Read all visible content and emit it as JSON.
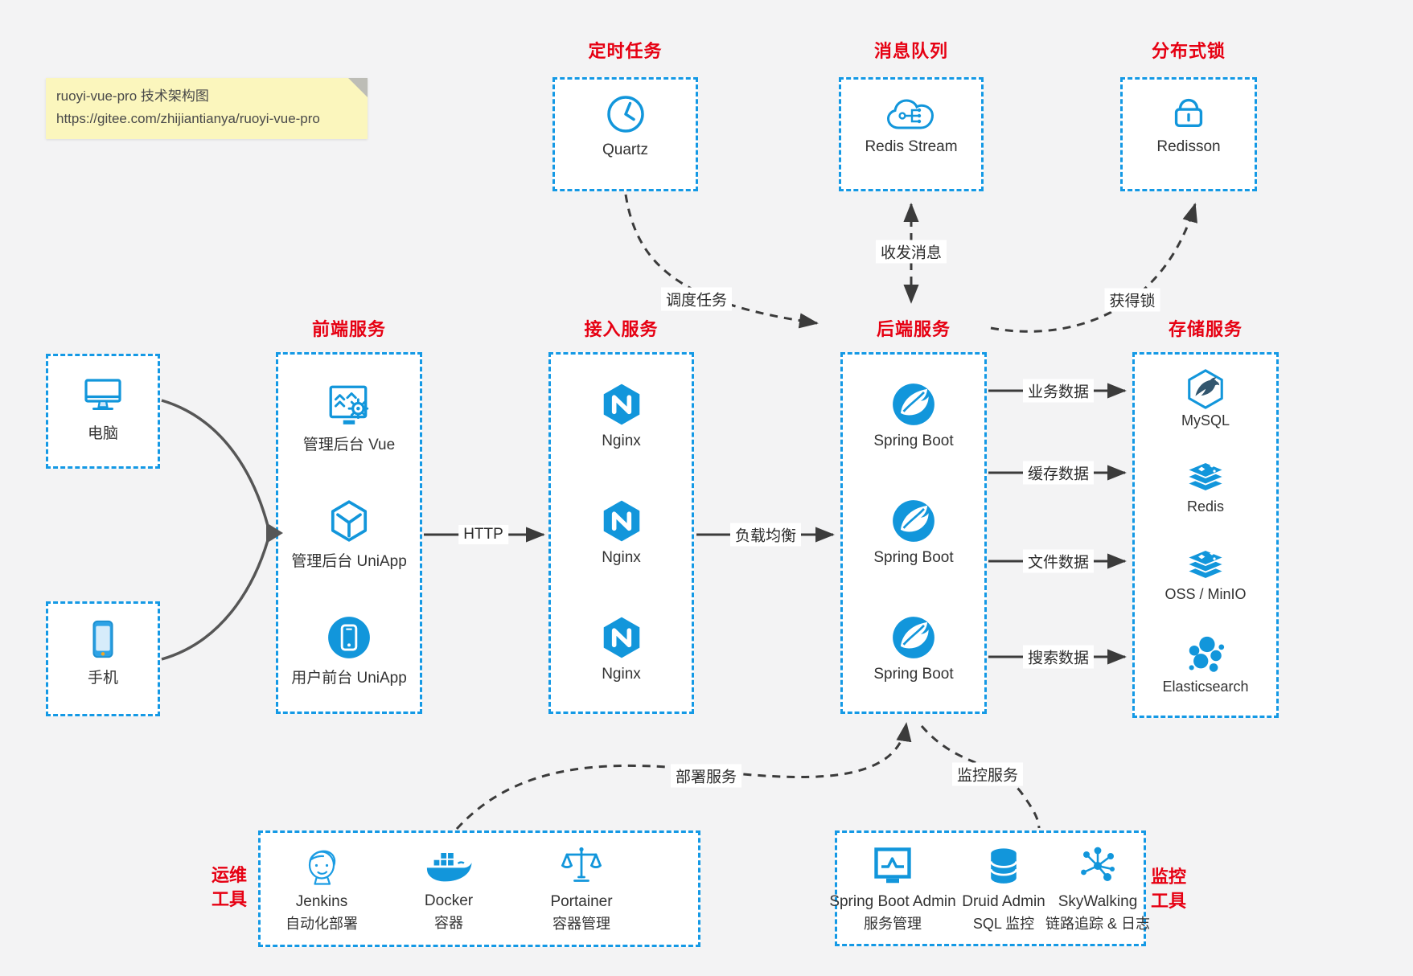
{
  "page": {
    "background": "#f3f3f4"
  },
  "colors": {
    "accent_blue": "#1499e5",
    "icon_blue": "#1296db",
    "title_red": "#e60012",
    "arrow_dark": "#3b3b3b"
  },
  "note": {
    "title": "ruoyi-vue-pro 技术架构图",
    "url": "https://gitee.com/zhijiantianya/ruoyi-vue-pro"
  },
  "top": {
    "scheduler": {
      "title": "定时任务",
      "item": "Quartz",
      "icon": "clock-icon"
    },
    "mq": {
      "title": "消息队列",
      "item": "Redis Stream",
      "icon": "cloud-network-icon"
    },
    "lock": {
      "title": "分布式锁",
      "item": "Redisson",
      "icon": "lock-icon"
    }
  },
  "clients": {
    "pc": {
      "label": "电脑",
      "icon": "desktop-icon"
    },
    "mobile": {
      "label": "手机",
      "icon": "smartphone-icon"
    }
  },
  "columns": {
    "frontend": {
      "title": "前端服务",
      "items": [
        {
          "label": "管理后台 Vue",
          "icon": "admin-vue-icon"
        },
        {
          "label": "管理后台 UniApp",
          "icon": "cube-icon"
        },
        {
          "label": "用户前台 UniApp",
          "icon": "user-app-icon"
        }
      ]
    },
    "gateway": {
      "title": "接入服务",
      "items": [
        {
          "label": "Nginx",
          "icon": "nginx-icon"
        },
        {
          "label": "Nginx",
          "icon": "nginx-icon"
        },
        {
          "label": "Nginx",
          "icon": "nginx-icon"
        }
      ]
    },
    "backend": {
      "title": "后端服务",
      "items": [
        {
          "label": "Spring Boot",
          "icon": "spring-icon"
        },
        {
          "label": "Spring Boot",
          "icon": "spring-icon"
        },
        {
          "label": "Spring Boot",
          "icon": "spring-icon"
        }
      ]
    },
    "storage": {
      "title": "存储服务",
      "items": [
        {
          "label": "MySQL",
          "icon": "mysql-icon"
        },
        {
          "label": "Redis",
          "icon": "redis-stack-icon"
        },
        {
          "label": "OSS / MinIO",
          "icon": "redis-stack-icon"
        },
        {
          "label": "Elasticsearch",
          "icon": "elasticsearch-icon"
        }
      ]
    }
  },
  "edges": {
    "http": "HTTP",
    "load_balance": "负载均衡",
    "biz_data": "业务数据",
    "cache_data": "缓存数据",
    "file_data": "文件数据",
    "search_data": "搜索数据",
    "schedule": "调度任务",
    "messages": "收发消息",
    "get_lock": "获得锁",
    "deploy": "部署服务",
    "monitor": "监控服务"
  },
  "ops": {
    "side_label_1": "运维",
    "side_label_2": "工具",
    "items": [
      {
        "name": "Jenkins",
        "desc": "自动化部署",
        "icon": "jenkins-icon"
      },
      {
        "name": "Docker",
        "desc": "容器",
        "icon": "docker-icon"
      },
      {
        "name": "Portainer",
        "desc": "容器管理",
        "icon": "portainer-icon"
      }
    ]
  },
  "monitoring": {
    "side_label_1": "监控",
    "side_label_2": "工具",
    "items": [
      {
        "name": "Spring Boot Admin",
        "desc": "服务管理",
        "icon": "sba-icon"
      },
      {
        "name": "Druid Admin",
        "desc": "SQL 监控",
        "icon": "druid-icon"
      },
      {
        "name": "SkyWalking",
        "desc": "链路追踪 & 日志",
        "icon": "skywalking-icon"
      }
    ]
  }
}
